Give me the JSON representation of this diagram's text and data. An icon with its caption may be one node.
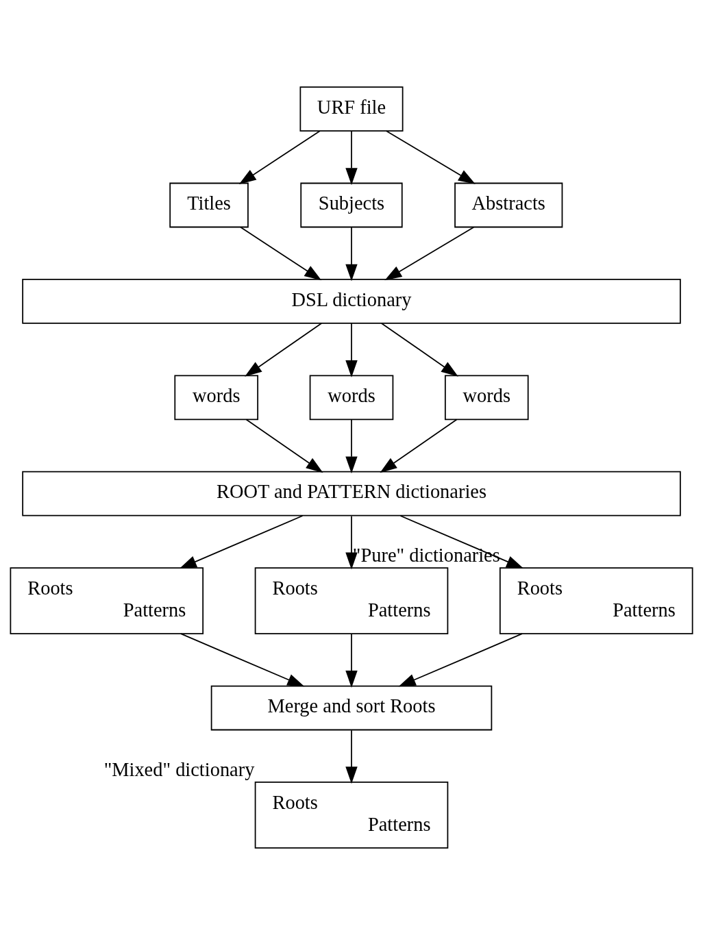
{
  "diagram": {
    "nodes": [
      {
        "text": [
          "URF file"
        ]
      },
      {
        "text": [
          "Titles"
        ]
      },
      {
        "text": [
          "Subjects"
        ]
      },
      {
        "text": [
          "Abstracts"
        ]
      },
      {
        "text": [
          "DSL dictionary"
        ]
      },
      {
        "text": [
          "words"
        ]
      },
      {
        "text": [
          "words"
        ]
      },
      {
        "text": [
          "words"
        ]
      },
      {
        "text": [
          "ROOT and PATTERN dictionaries"
        ]
      },
      {
        "text": [
          "Roots",
          "Patterns"
        ]
      },
      {
        "text": [
          "Roots",
          "Patterns"
        ]
      },
      {
        "text": [
          "Roots",
          "Patterns"
        ],
        "beside": [
          "\"Pure\" dictionaries"
        ]
      },
      {
        "text": [
          "Merge and sort Roots"
        ]
      },
      {
        "text": [
          "Roots",
          "Patterns"
        ],
        "beside": [
          "\"Mixed\" dictionary"
        ]
      }
    ],
    "edges": [
      {
        "from": 0,
        "to": 1,
        "arrow": "to"
      },
      {
        "from": 0,
        "to": 2,
        "arrow": "to"
      },
      {
        "from": 0,
        "to": 3,
        "arrow": "to"
      },
      {
        "from": 1,
        "to": 4,
        "arrow": "to"
      },
      {
        "from": 2,
        "to": 4,
        "arrow": "to"
      },
      {
        "from": 3,
        "to": 4,
        "arrow": "to"
      },
      {
        "from": 4,
        "to": 5,
        "arrow": "to"
      },
      {
        "from": 4,
        "to": 6,
        "arrow": "to"
      },
      {
        "from": 4,
        "to": 7,
        "arrow": "to"
      },
      {
        "from": 5,
        "to": 8,
        "arrow": "to"
      },
      {
        "from": 6,
        "to": 8,
        "arrow": "to"
      },
      {
        "from": 7,
        "to": 8,
        "arrow": "to"
      },
      {
        "from": 8,
        "to": 9,
        "arrow": "to"
      },
      {
        "from": 8,
        "to": 10,
        "arrow": "to"
      },
      {
        "from": 8,
        "to": 11,
        "arrow": "to"
      },
      {
        "from": 9,
        "to": 12,
        "arrow": "to"
      },
      {
        "from": 10,
        "to": 12,
        "arrow": "to"
      },
      {
        "from": 11,
        "to": 12,
        "arrow": "to"
      },
      {
        "from": 12,
        "to": 13,
        "arrow": "to"
      }
    ]
  }
}
